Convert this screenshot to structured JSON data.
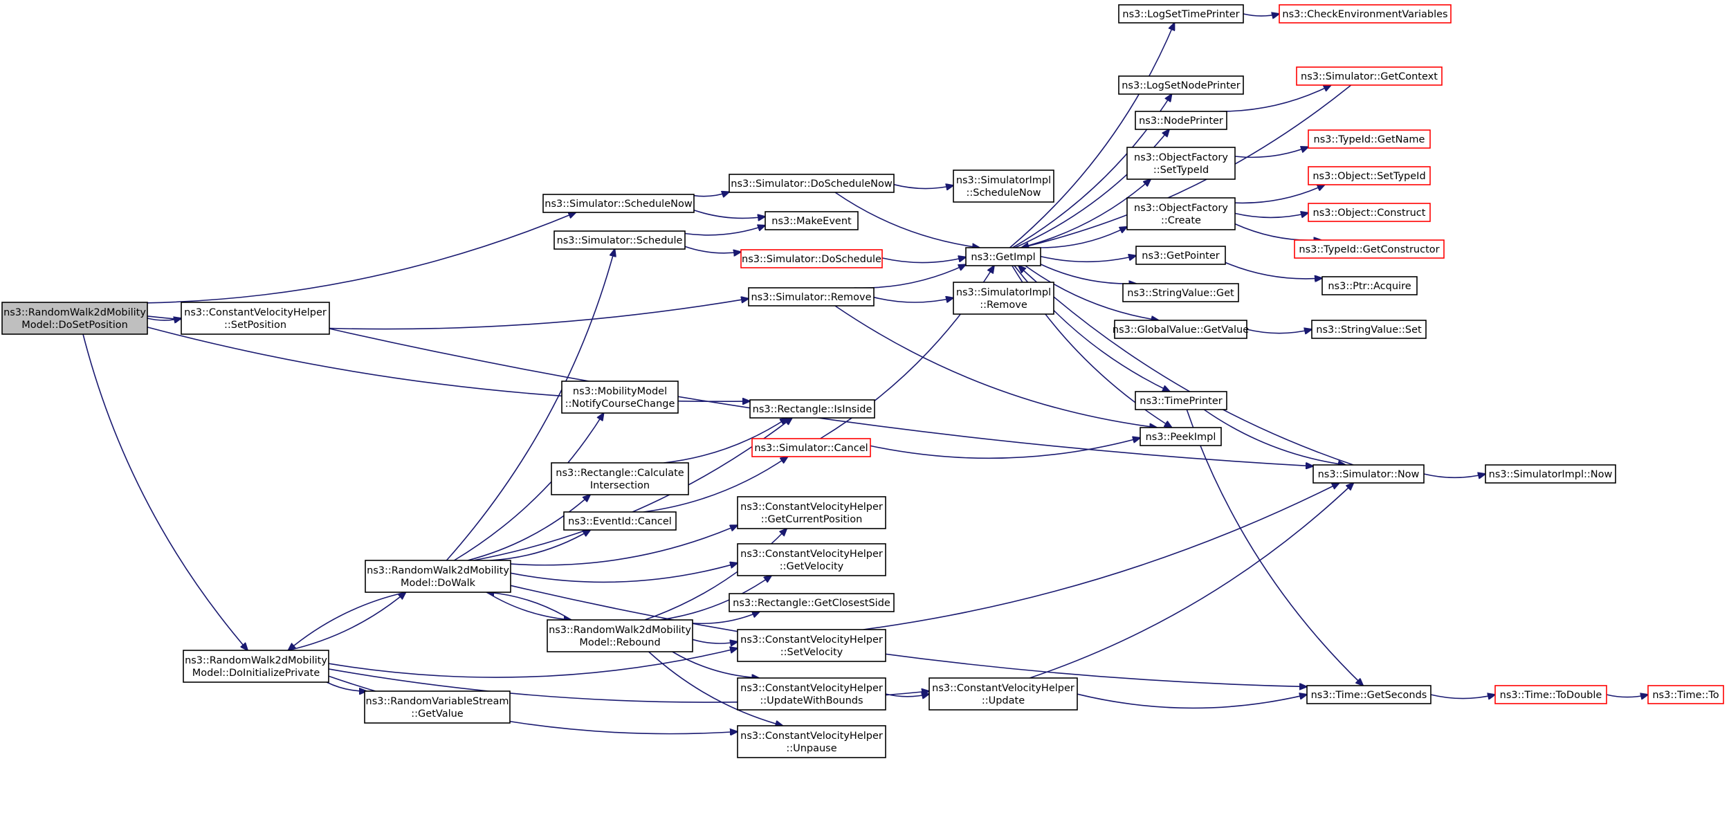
{
  "graph": {
    "nodes": [
      {
        "id": "dosetposition",
        "lines": [
          "ns3::RandomWalk2dMobility",
          "Model::DoSetPosition"
        ],
        "style": "root"
      },
      {
        "id": "cvh_setposition",
        "lines": [
          "ns3::ConstantVelocityHelper",
          "::SetPosition"
        ],
        "style": "normal"
      },
      {
        "id": "doinitializeprivate",
        "lines": [
          "ns3::RandomWalk2dMobility",
          "Model::DoInitializePrivate"
        ],
        "style": "normal"
      },
      {
        "id": "dowalk",
        "lines": [
          "ns3::RandomWalk2dMobility",
          "Model::DoWalk"
        ],
        "style": "normal"
      },
      {
        "id": "rebound",
        "lines": [
          "ns3::RandomWalk2dMobility",
          "Model::Rebound"
        ],
        "style": "normal"
      },
      {
        "id": "rvs_getvalue",
        "lines": [
          "ns3::RandomVariableStream",
          "::GetValue"
        ],
        "style": "normal"
      },
      {
        "id": "schedulenow",
        "lines": [
          "ns3::Simulator::ScheduleNow"
        ],
        "style": "normal"
      },
      {
        "id": "schedule",
        "lines": [
          "ns3::Simulator::Schedule"
        ],
        "style": "normal"
      },
      {
        "id": "notifycoursechange",
        "lines": [
          "ns3::MobilityModel",
          "::NotifyCourseChange"
        ],
        "style": "normal"
      },
      {
        "id": "calcintersection",
        "lines": [
          "ns3::Rectangle::Calculate",
          "Intersection"
        ],
        "style": "normal"
      },
      {
        "id": "eventid_cancel",
        "lines": [
          "ns3::EventId::Cancel"
        ],
        "style": "normal"
      },
      {
        "id": "doschedulenow",
        "lines": [
          "ns3::Simulator::DoScheduleNow"
        ],
        "style": "normal"
      },
      {
        "id": "makeevent",
        "lines": [
          "ns3::MakeEvent"
        ],
        "style": "normal"
      },
      {
        "id": "doschedule",
        "lines": [
          "ns3::Simulator::DoSchedule"
        ],
        "style": "undoc"
      },
      {
        "id": "sim_remove",
        "lines": [
          "ns3::Simulator::Remove"
        ],
        "style": "normal"
      },
      {
        "id": "isinside",
        "lines": [
          "ns3::Rectangle::IsInside"
        ],
        "style": "normal"
      },
      {
        "id": "sim_cancel",
        "lines": [
          "ns3::Simulator::Cancel"
        ],
        "style": "undoc"
      },
      {
        "id": "getcurrentposition",
        "lines": [
          "ns3::ConstantVelocityHelper",
          "::GetCurrentPosition"
        ],
        "style": "normal"
      },
      {
        "id": "getvelocity",
        "lines": [
          "ns3::ConstantVelocityHelper",
          "::GetVelocity"
        ],
        "style": "normal"
      },
      {
        "id": "getclosestside",
        "lines": [
          "ns3::Rectangle::GetClosestSide"
        ],
        "style": "normal"
      },
      {
        "id": "setvelocity",
        "lines": [
          "ns3::ConstantVelocityHelper",
          "::SetVelocity"
        ],
        "style": "normal"
      },
      {
        "id": "updatewithbounds",
        "lines": [
          "ns3::ConstantVelocityHelper",
          "::UpdateWithBounds"
        ],
        "style": "normal"
      },
      {
        "id": "unpause",
        "lines": [
          "ns3::ConstantVelocityHelper",
          "::Unpause"
        ],
        "style": "normal"
      },
      {
        "id": "simimpl_schedulenow",
        "lines": [
          "ns3::SimulatorImpl",
          "::ScheduleNow"
        ],
        "style": "normal"
      },
      {
        "id": "getimpl",
        "lines": [
          "ns3::GetImpl"
        ],
        "style": "normal"
      },
      {
        "id": "simimpl_remove",
        "lines": [
          "ns3::SimulatorImpl",
          "::Remove"
        ],
        "style": "normal"
      },
      {
        "id": "cvh_update",
        "lines": [
          "ns3::ConstantVelocityHelper",
          "::Update"
        ],
        "style": "normal"
      },
      {
        "id": "logsettimeprinter",
        "lines": [
          "ns3::LogSetTimePrinter"
        ],
        "style": "normal"
      },
      {
        "id": "logsetnodeprinter",
        "lines": [
          "ns3::LogSetNodePrinter"
        ],
        "style": "normal"
      },
      {
        "id": "nodeprinter",
        "lines": [
          "ns3::NodePrinter"
        ],
        "style": "normal"
      },
      {
        "id": "of_settypeid",
        "lines": [
          "ns3::ObjectFactory",
          "::SetTypeId"
        ],
        "style": "normal"
      },
      {
        "id": "of_create",
        "lines": [
          "ns3::ObjectFactory",
          "::Create"
        ],
        "style": "normal"
      },
      {
        "id": "getpointer",
        "lines": [
          "ns3::GetPointer"
        ],
        "style": "normal"
      },
      {
        "id": "stringvalue_get",
        "lines": [
          "ns3::StringValue::Get"
        ],
        "style": "normal"
      },
      {
        "id": "globalvalue_getvalue",
        "lines": [
          "ns3::GlobalValue::GetValue"
        ],
        "style": "normal"
      },
      {
        "id": "timeprinter",
        "lines": [
          "ns3::TimePrinter"
        ],
        "style": "normal"
      },
      {
        "id": "peekimpl",
        "lines": [
          "ns3::PeekImpl"
        ],
        "style": "normal"
      },
      {
        "id": "checkenv",
        "lines": [
          "ns3::CheckEnvironmentVariables"
        ],
        "style": "undoc"
      },
      {
        "id": "getcontext",
        "lines": [
          "ns3::Simulator::GetContext"
        ],
        "style": "undoc"
      },
      {
        "id": "typeid_getname",
        "lines": [
          "ns3::TypeId::GetName"
        ],
        "style": "undoc"
      },
      {
        "id": "object_settypeid",
        "lines": [
          "ns3::Object::SetTypeId"
        ],
        "style": "undoc"
      },
      {
        "id": "object_construct",
        "lines": [
          "ns3::Object::Construct"
        ],
        "style": "undoc"
      },
      {
        "id": "typeid_getconstructor",
        "lines": [
          "ns3::TypeId::GetConstructor"
        ],
        "style": "undoc"
      },
      {
        "id": "ptr_acquire",
        "lines": [
          "ns3::Ptr::Acquire"
        ],
        "style": "normal"
      },
      {
        "id": "stringvalue_set",
        "lines": [
          "ns3::StringValue::Set"
        ],
        "style": "normal"
      },
      {
        "id": "sim_now",
        "lines": [
          "ns3::Simulator::Now"
        ],
        "style": "normal"
      },
      {
        "id": "simimpl_now",
        "lines": [
          "ns3::SimulatorImpl::Now"
        ],
        "style": "normal"
      },
      {
        "id": "getseconds",
        "lines": [
          "ns3::Time::GetSeconds"
        ],
        "style": "normal"
      },
      {
        "id": "todouble",
        "lines": [
          "ns3::Time::ToDouble"
        ],
        "style": "undoc"
      },
      {
        "id": "time_to",
        "lines": [
          "ns3::Time::To"
        ],
        "style": "undoc"
      }
    ],
    "edges": [
      [
        "dosetposition",
        "schedulenow"
      ],
      [
        "dosetposition",
        "cvh_setposition"
      ],
      [
        "dosetposition",
        "sim_remove"
      ],
      [
        "dosetposition",
        "isinside"
      ],
      [
        "dosetposition",
        "doinitializeprivate"
      ],
      [
        "cvh_setposition",
        "sim_now"
      ],
      [
        "doinitializeprivate",
        "dowalk"
      ],
      [
        "doinitializeprivate",
        "rvs_getvalue"
      ],
      [
        "doinitializeprivate",
        "setvelocity"
      ],
      [
        "doinitializeprivate",
        "unpause"
      ],
      [
        "doinitializeprivate",
        "cvh_update"
      ],
      [
        "dowalk",
        "doinitializeprivate"
      ],
      [
        "dowalk",
        "schedule"
      ],
      [
        "dowalk",
        "notifycoursechange"
      ],
      [
        "dowalk",
        "isinside"
      ],
      [
        "dowalk",
        "calcintersection"
      ],
      [
        "dowalk",
        "eventid_cancel"
      ],
      [
        "dowalk",
        "getcurrentposition"
      ],
      [
        "dowalk",
        "getvelocity"
      ],
      [
        "dowalk",
        "rebound"
      ],
      [
        "dowalk",
        "getseconds"
      ],
      [
        "rebound",
        "dowalk"
      ],
      [
        "rebound",
        "getcurrentposition"
      ],
      [
        "rebound",
        "getvelocity"
      ],
      [
        "rebound",
        "getclosestside"
      ],
      [
        "rebound",
        "setvelocity"
      ],
      [
        "rebound",
        "updatewithbounds"
      ],
      [
        "rebound",
        "unpause"
      ],
      [
        "schedulenow",
        "doschedulenow"
      ],
      [
        "schedulenow",
        "makeevent"
      ],
      [
        "schedule",
        "makeevent"
      ],
      [
        "schedule",
        "doschedule"
      ],
      [
        "calcintersection",
        "isinside"
      ],
      [
        "eventid_cancel",
        "sim_cancel"
      ],
      [
        "doschedulenow",
        "simimpl_schedulenow"
      ],
      [
        "doschedulenow",
        "getimpl"
      ],
      [
        "doschedule",
        "getimpl"
      ],
      [
        "sim_remove",
        "getimpl"
      ],
      [
        "sim_remove",
        "simimpl_remove"
      ],
      [
        "sim_remove",
        "peekimpl"
      ],
      [
        "sim_cancel",
        "getimpl"
      ],
      [
        "sim_cancel",
        "peekimpl"
      ],
      [
        "setvelocity",
        "sim_now"
      ],
      [
        "updatewithbounds",
        "cvh_update"
      ],
      [
        "cvh_update",
        "sim_now"
      ],
      [
        "cvh_update",
        "getseconds"
      ],
      [
        "getimpl",
        "logsettimeprinter"
      ],
      [
        "getimpl",
        "logsetnodeprinter"
      ],
      [
        "getimpl",
        "nodeprinter"
      ],
      [
        "getimpl",
        "of_settypeid"
      ],
      [
        "getimpl",
        "of_create"
      ],
      [
        "getimpl",
        "getpointer"
      ],
      [
        "getimpl",
        "stringvalue_get"
      ],
      [
        "getimpl",
        "globalvalue_getvalue"
      ],
      [
        "getimpl",
        "timeprinter"
      ],
      [
        "getimpl",
        "peekimpl"
      ],
      [
        "getcontext",
        "getimpl"
      ],
      [
        "sim_now",
        "getimpl"
      ],
      [
        "logsettimeprinter",
        "checkenv"
      ],
      [
        "nodeprinter",
        "getcontext"
      ],
      [
        "of_settypeid",
        "typeid_getname"
      ],
      [
        "of_create",
        "object_settypeid"
      ],
      [
        "of_create",
        "object_construct"
      ],
      [
        "of_create",
        "typeid_getconstructor"
      ],
      [
        "getpointer",
        "ptr_acquire"
      ],
      [
        "globalvalue_getvalue",
        "stringvalue_set"
      ],
      [
        "timeprinter",
        "sim_now"
      ],
      [
        "timeprinter",
        "getseconds"
      ],
      [
        "sim_now",
        "simimpl_now"
      ],
      [
        "getseconds",
        "todouble"
      ],
      [
        "todouble",
        "time_to"
      ]
    ]
  }
}
